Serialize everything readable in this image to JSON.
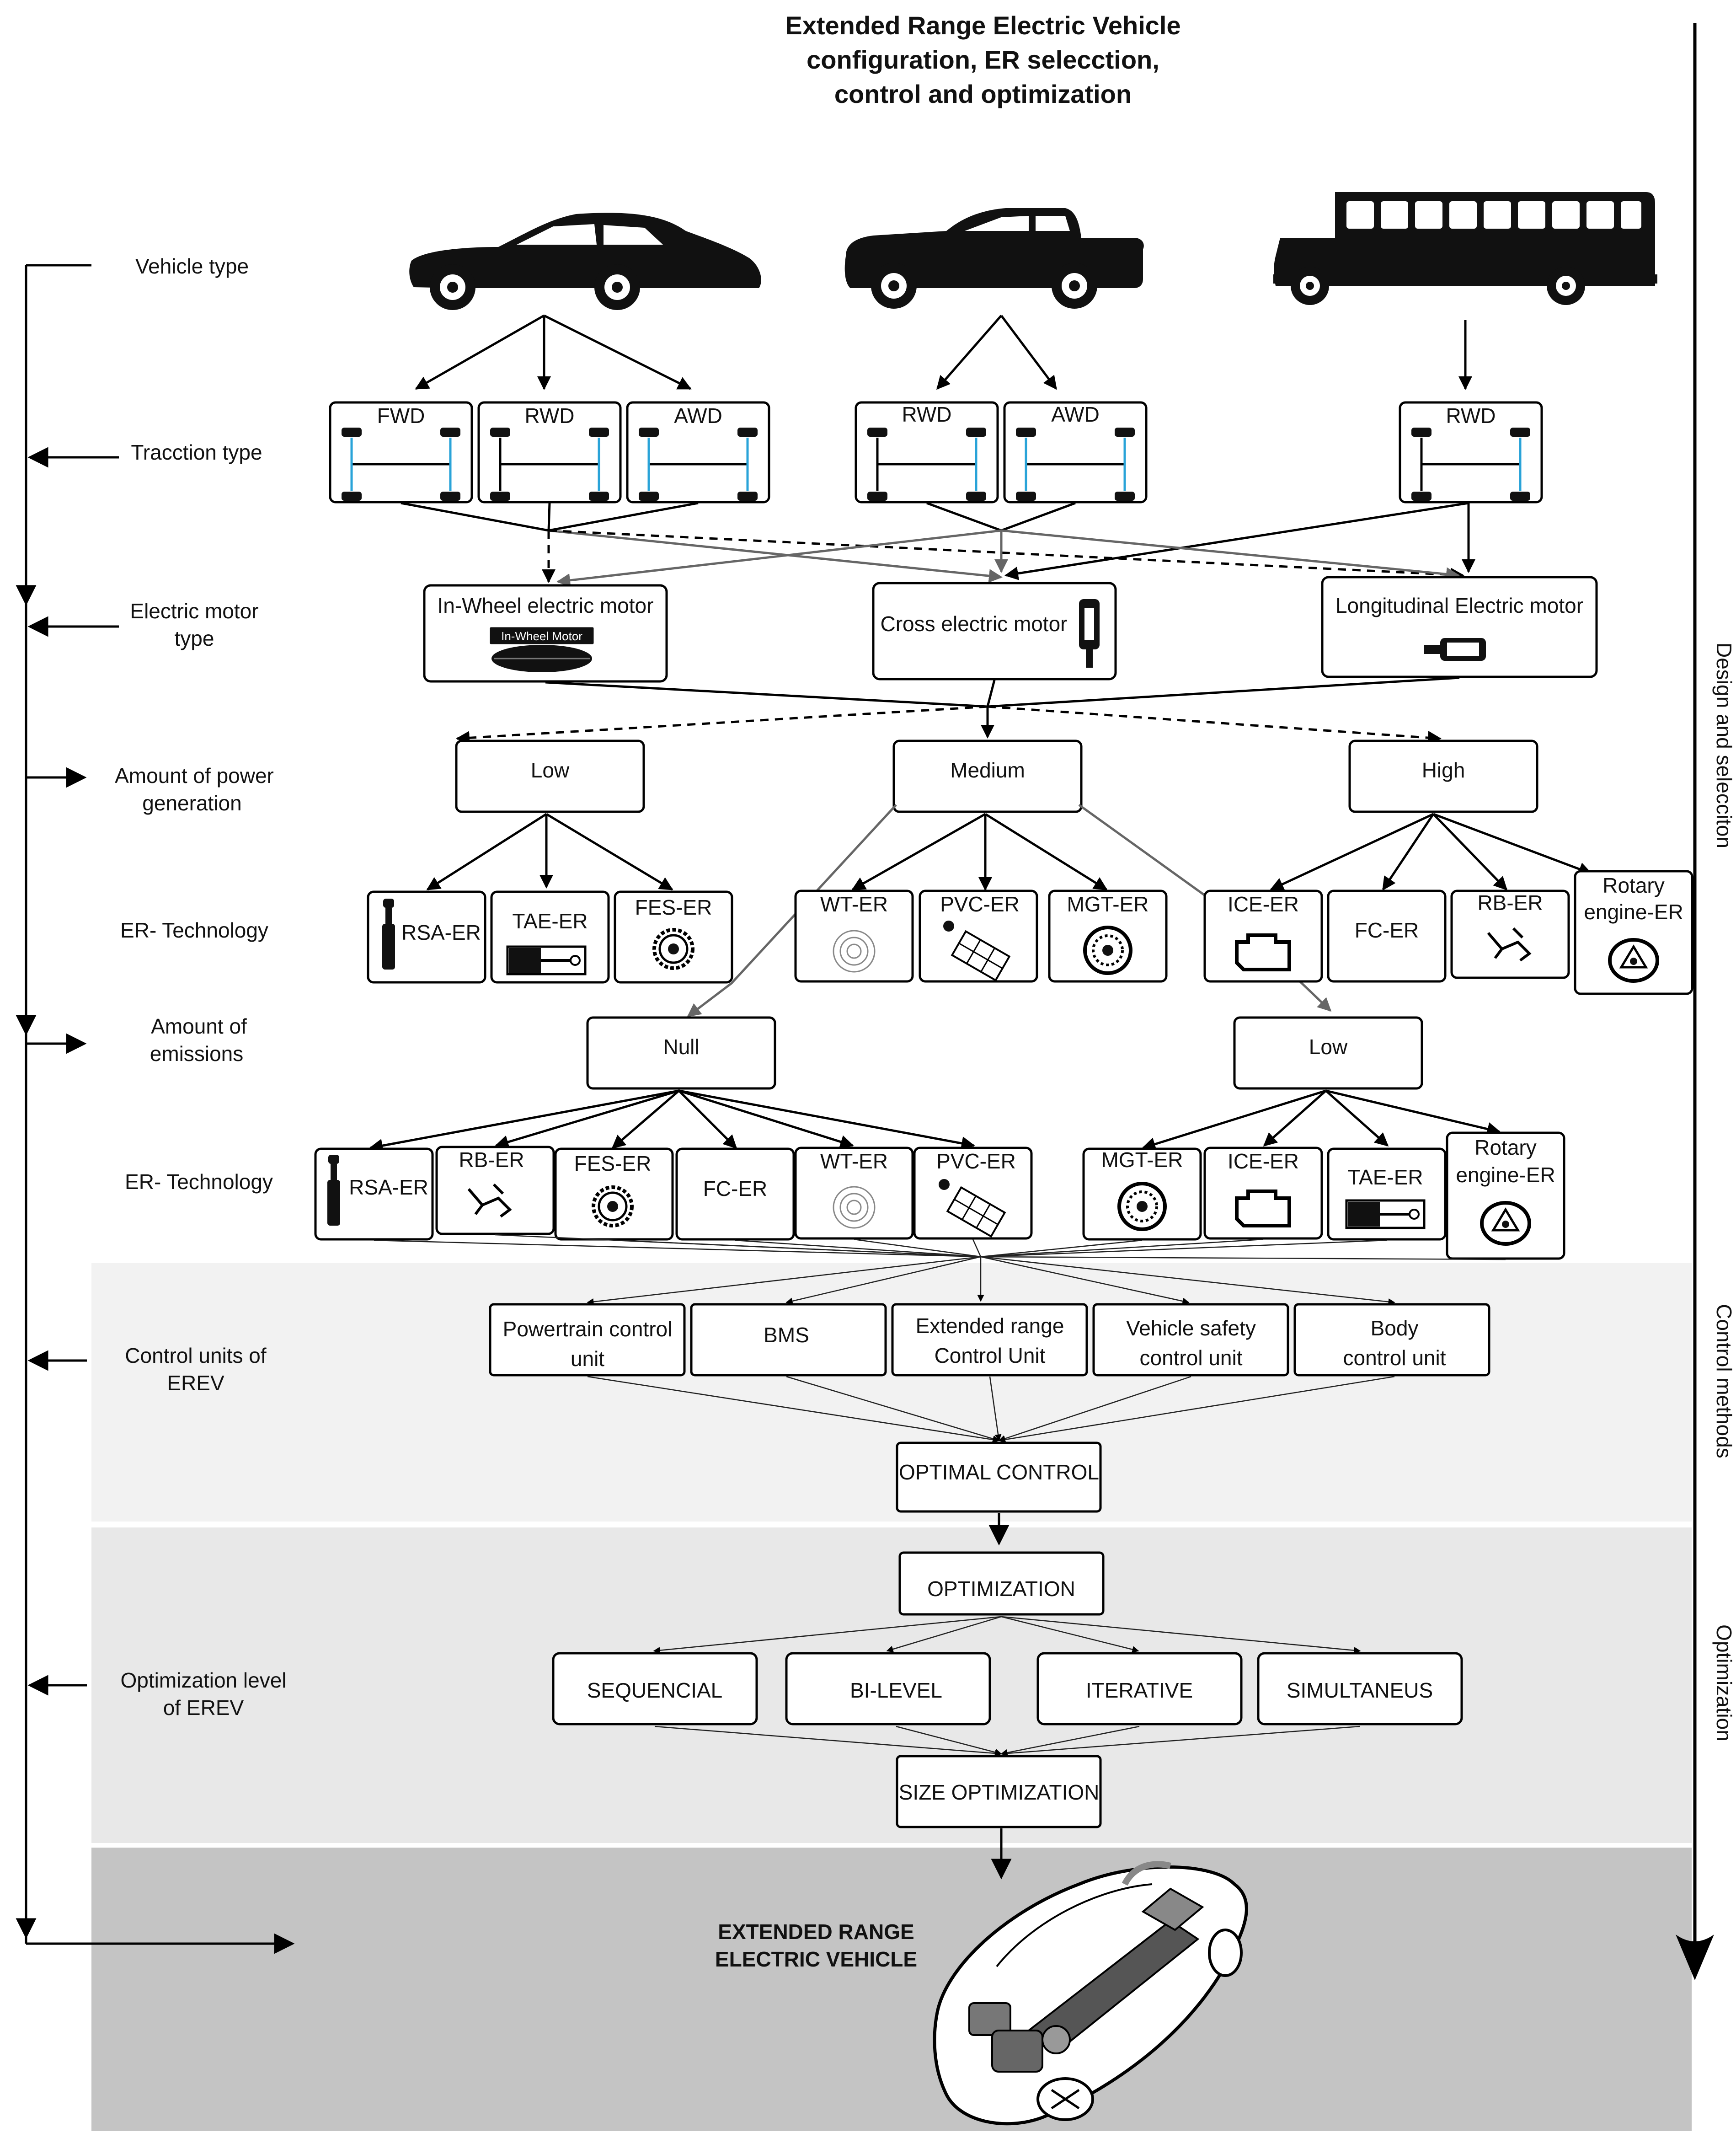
{
  "title": {
    "line1": "Extended Range Electric Vehicle",
    "line2": "configuration, ER selecction,",
    "line3": "control and optimization"
  },
  "side_labels": {
    "design": "Design and selecciton",
    "control": "Control methods",
    "optimization": "Optimization"
  },
  "row_labels": {
    "vehicle_type": "Vehicle type",
    "traction_type": "Tracction type",
    "motor_type_1": "Electric motor",
    "motor_type_2": "type",
    "power_gen_1": "Amount of power",
    "power_gen_2": "generation",
    "er_tech_1": "ER- Technology",
    "emissions_1": "Amount of",
    "emissions_2": "emissions",
    "er_tech_2": "ER- Technology",
    "control_units_1": "Control units of",
    "control_units_2": "EREV",
    "opt_level_1": "Optimization level",
    "opt_level_2": "of EREV"
  },
  "traction": {
    "car_fwd": "FWD",
    "car_rwd": "RWD",
    "car_awd": "AWD",
    "pickup_rwd": "RWD",
    "pickup_awd": "AWD",
    "bus_rwd": "RWD"
  },
  "motors": {
    "in_wheel": "In-Wheel electric motor",
    "in_wheel_badge": "In-Wheel Motor",
    "cross": "Cross electric motor",
    "longitudinal": "Longitudinal Electric motor"
  },
  "power": {
    "low": "Low",
    "medium": "Medium",
    "high": "High"
  },
  "er_tech_power": {
    "rsa": "RSA-ER",
    "tae": "TAE-ER",
    "fes": "FES-ER",
    "wt": "WT-ER",
    "pvc": "PVC-ER",
    "mgt": "MGT-ER",
    "ice": "ICE-ER",
    "fc": "FC-ER",
    "rb": "RB-ER",
    "rotary_1": "Rotary",
    "rotary_2": "engine-ER"
  },
  "emissions": {
    "null": "Null",
    "low": "Low"
  },
  "er_tech_emissions": {
    "rsa": "RSA-ER",
    "rb": "RB-ER",
    "fes": "FES-ER",
    "fc": "FC-ER",
    "wt": "WT-ER",
    "pvc": "PVC-ER",
    "mgt": "MGT-ER",
    "ice": "ICE-ER",
    "tae": "TAE-ER",
    "rotary_1": "Rotary",
    "rotary_2": "engine-ER"
  },
  "control_units": {
    "powertrain_1": "Powertrain control",
    "powertrain_2": "unit",
    "bms": "BMS",
    "erc_1": "Extended range",
    "erc_2": "Control Unit",
    "safety_1": "Vehicle safety",
    "safety_2": "control unit",
    "body_1": "Body",
    "body_2": "control unit"
  },
  "optimal_control": "OPTIMAL CONTROL",
  "optimization": "OPTIMIZATION",
  "opt_methods": {
    "sequencial": "SEQUENCIAL",
    "bilevel": "BI-LEVEL",
    "iterative": "ITERATIVE",
    "simultaneus": "SIMULTANEUS"
  },
  "size_optimization": "SIZE OPTIMIZATION",
  "final": {
    "line1": "EXTENDED RANGE",
    "line2": "ELECTRIC VEHICLE"
  },
  "colors": {
    "control_band": "#f2f2f2",
    "optimization_band": "#e8e8e8",
    "final_band": "#c4c4c4",
    "axle_blue": "#29a3d8"
  }
}
